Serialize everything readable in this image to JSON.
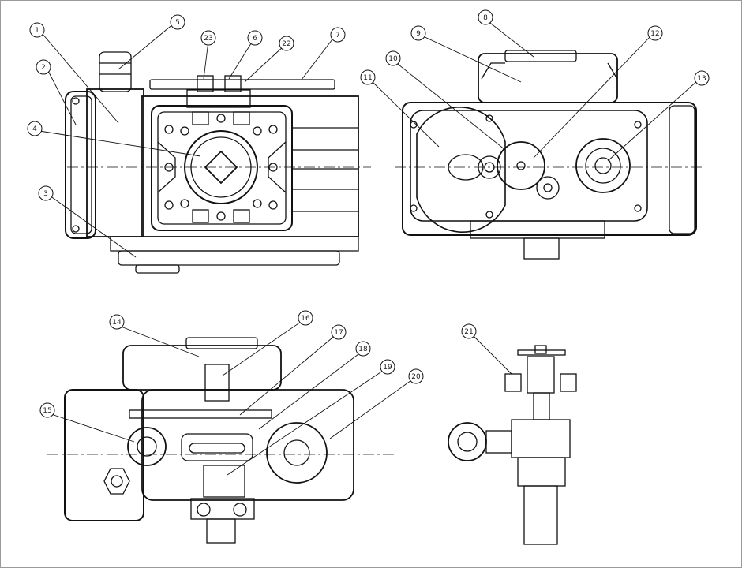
{
  "figure": {
    "type": "exploded technical drawing - electric actuator (four views)",
    "stroke_color": "#111111",
    "background": "#ffffff",
    "callouts": [
      {
        "number": "1"
      },
      {
        "number": "2"
      },
      {
        "number": "3"
      },
      {
        "number": "4"
      },
      {
        "number": "5"
      },
      {
        "number": "6"
      },
      {
        "number": "7"
      },
      {
        "number": "8"
      },
      {
        "number": "9"
      },
      {
        "number": "10"
      },
      {
        "number": "11"
      },
      {
        "number": "12"
      },
      {
        "number": "13"
      },
      {
        "number": "14"
      },
      {
        "number": "15"
      },
      {
        "number": "16"
      },
      {
        "number": "17"
      },
      {
        "number": "18"
      },
      {
        "number": "19"
      },
      {
        "number": "20"
      },
      {
        "number": "21"
      },
      {
        "number": "22"
      },
      {
        "number": "23"
      }
    ]
  }
}
